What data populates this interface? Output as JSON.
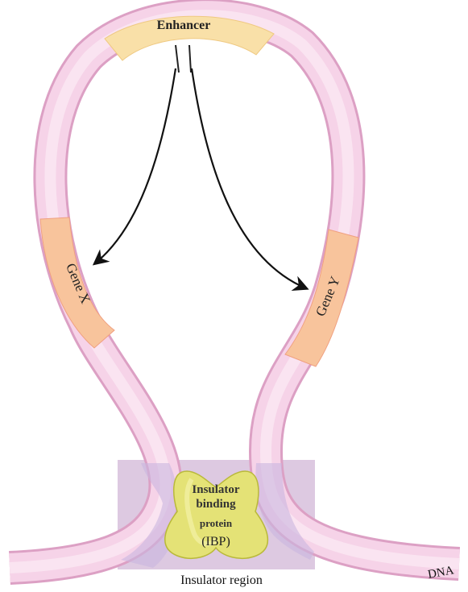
{
  "labels": {
    "enhancer": "Enhancer",
    "gene_x": "Gene X",
    "gene_y": "Gene Y",
    "ibp_line1": "Insulator",
    "ibp_line2": "binding",
    "ibp_line3": "protein",
    "ibp_line4": "(IBP)",
    "insulator_region": "Insulator region",
    "dna": "DNA"
  },
  "colors": {
    "dna_tube": "#f6cde4",
    "dna_tube_edge": "#dca0c4",
    "enhancer_segment": "#f9e0a8",
    "gene_segment": "#f8c49c",
    "gene_segment_edge": "#f0a080",
    "insulator_region_box": "#d7bfdc",
    "ibp_protein": "#e4e276",
    "ibp_protein_edge": "#b9b93a",
    "arrow": "#111111"
  }
}
